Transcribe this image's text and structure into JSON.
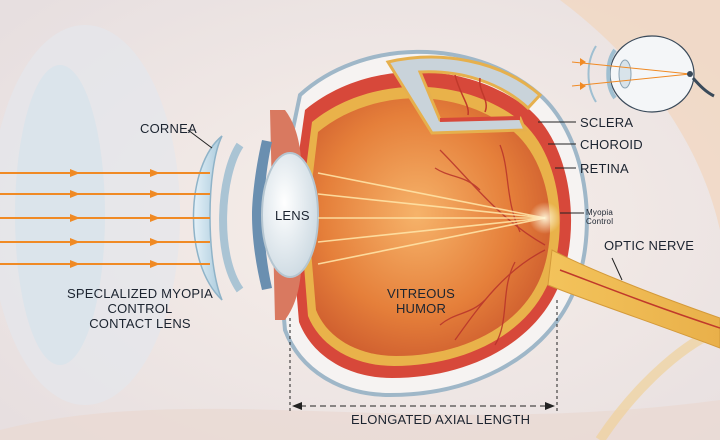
{
  "labels": {
    "cornea": "CORNEA",
    "lens": "LENS",
    "sclera": "SCLERA",
    "choroid": "CHOROID",
    "retina": "RETINA",
    "myopia_control_line1": "Myopia",
    "myopia_control_line2": "Control",
    "optic_nerve": "OPTIC NERVE",
    "vitreous_humor_line1": "VITREOUS",
    "vitreous_humor_line2": "HUMOR",
    "contact_lens_line1": "SPECLALIZED MYOPIA",
    "contact_lens_line2": "CONTROL",
    "contact_lens_line3": "CONTACT LENS",
    "axial_length": "ELONGATED AXIAL LENGTH"
  },
  "colors": {
    "background": "#f3ece8",
    "light_rays": "#f08a24",
    "sclera_outline": "#9fb7c8",
    "choroid": "#d7483a",
    "retina": "#e9b24a",
    "vitreous": "#e88a3e",
    "optic_nerve": "#f0c45a",
    "lens": "#eef3f6",
    "contact_lens": "#cfe3ee"
  }
}
